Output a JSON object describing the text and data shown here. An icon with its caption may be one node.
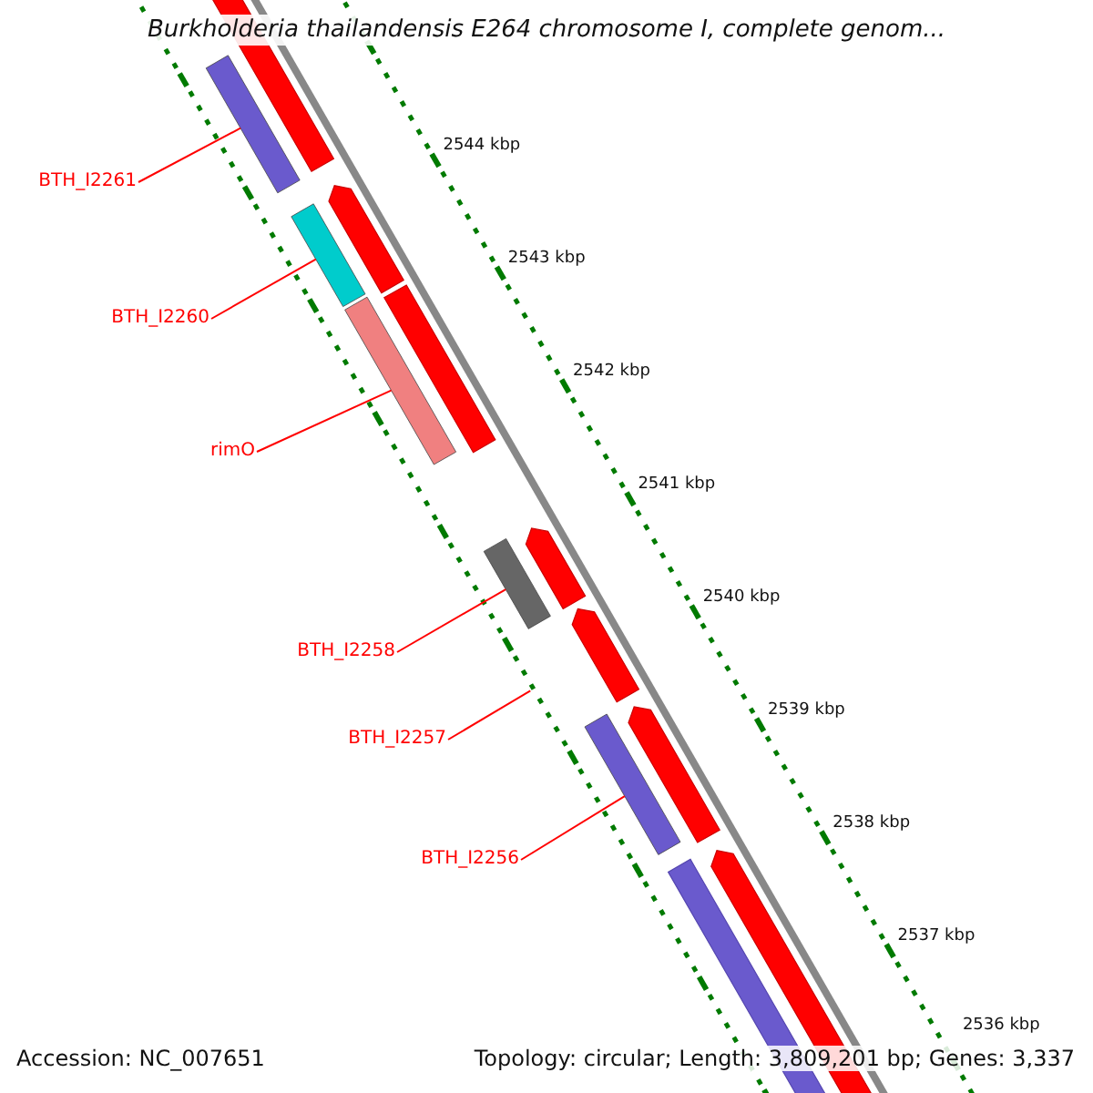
{
  "diagram": {
    "title": "Burkholderia thailandensis E264 chromosome I, complete genom...",
    "nodes": [
      {
        "text": [
          "BTH_I2261"
        ]
      },
      {
        "text": [
          "BTH_I2260"
        ]
      },
      {
        "text": [
          "rimO"
        ]
      },
      {
        "text": [
          "BTH_I2258"
        ]
      },
      {
        "text": [
          "BTH_I2257"
        ]
      },
      {
        "text": [
          "BTH_I2256"
        ]
      },
      {
        "text": [],
        "shape": "bar"
      },
      {
        "text": [],
        "shape": "bar"
      },
      {
        "text": [],
        "shape": "bar"
      },
      {
        "text": [],
        "shape": "bar"
      },
      {
        "text": [],
        "shape": "bar"
      }
    ],
    "edges": [
      {
        "from": 0,
        "to": 6,
        "arrow": "none"
      },
      {
        "from": 1,
        "to": 7,
        "arrow": "none"
      },
      {
        "from": 2,
        "to": 8,
        "arrow": "none"
      },
      {
        "from": 3,
        "to": 9,
        "arrow": "none"
      },
      {
        "from": 4,
        "to": null,
        "arrow": "none"
      },
      {
        "from": 5,
        "to": 10,
        "arrow": "none"
      }
    ],
    "labels": [
      "2544 kbp",
      "2543 kbp",
      "2542 kbp",
      "2541 kbp",
      "2540 kbp",
      "2539 kbp",
      "2538 kbp",
      "2537 kbp",
      "2536 kbp",
      "Accession: NC_007651",
      "Topology: circular; Length: 3,809,201 bp; Genes: 3,337"
    ]
  }
}
